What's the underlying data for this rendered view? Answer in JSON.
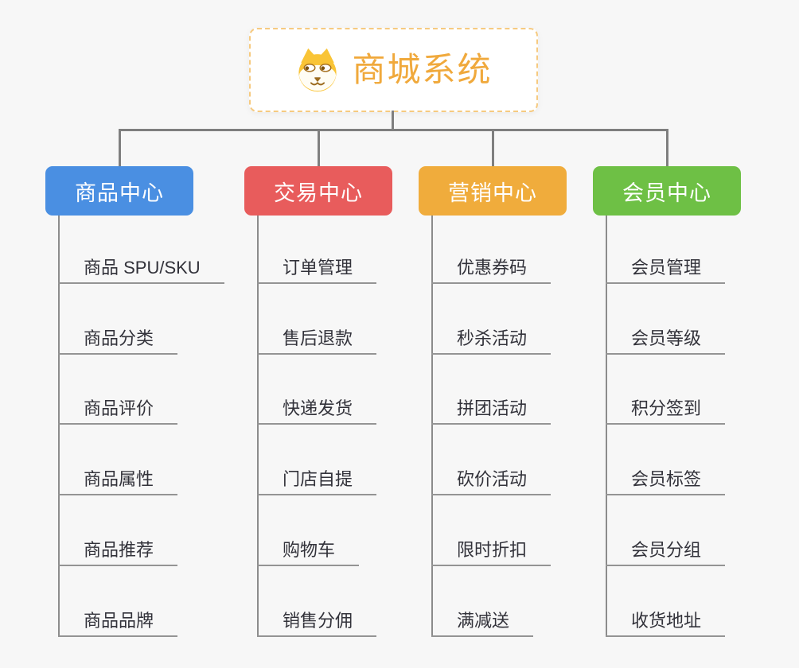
{
  "root": {
    "title": "商城系统",
    "icon": "dog-face-icon",
    "title_color": "#f0a93c",
    "border_color": "#f6ca80"
  },
  "connector_color": "#7f7f7f",
  "branches": [
    {
      "label": "商品中心",
      "color": "#4a8fe2",
      "children": [
        "商品 SPU/SKU",
        "商品分类",
        "商品评价",
        "商品属性",
        "商品推荐",
        "商品品牌"
      ]
    },
    {
      "label": "交易中心",
      "color": "#e85c5c",
      "children": [
        "订单管理",
        "售后退款",
        "快递发货",
        "门店自提",
        "购物车",
        "销售分佣"
      ]
    },
    {
      "label": "营销中心",
      "color": "#f0ac3c",
      "children": [
        "优惠券码",
        "秒杀活动",
        "拼团活动",
        "砍价活动",
        "限时折扣",
        "满减送"
      ]
    },
    {
      "label": "会员中心",
      "color": "#6ec045",
      "children": [
        "会员管理",
        "会员等级",
        "积分签到",
        "会员标签",
        "会员分组",
        "收货地址"
      ]
    }
  ]
}
